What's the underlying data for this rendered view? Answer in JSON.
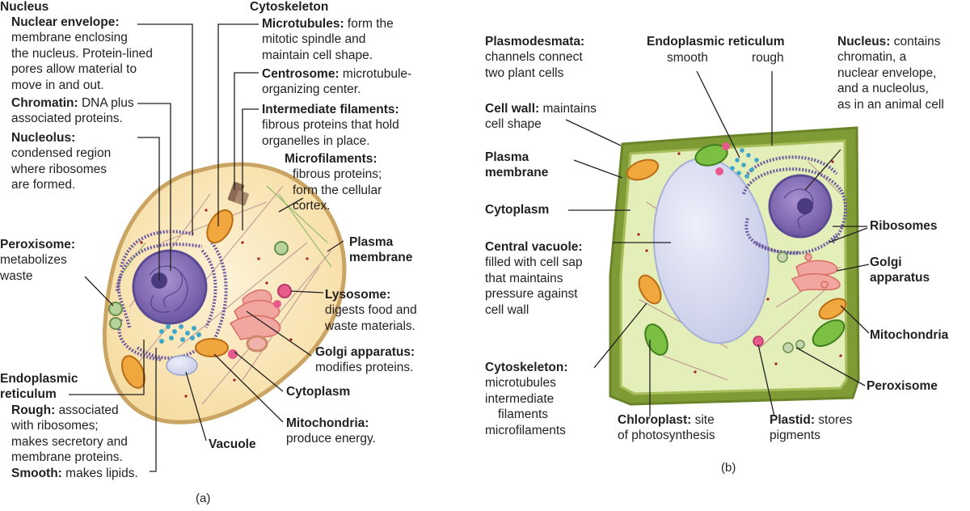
{
  "panel_a": {
    "caption": "(a)",
    "nucleus": {
      "heading": "Nucleus"
    },
    "nuclear_envelope": {
      "title": "Nuclear envelope:",
      "l1": "membrane enclosing",
      "l2": "the nucleus. Protein-lined",
      "l3": "pores allow material to",
      "l4": "move in and out."
    },
    "chromatin": {
      "title": "Chromatin:",
      "rest": " DNA plus",
      "l2": "associated proteins."
    },
    "nucleolus": {
      "title": "Nucleolus:",
      "l1": "condensed region",
      "l2": "where ribosomes",
      "l3": "are formed."
    },
    "peroxisome": {
      "title": "Peroxisome:",
      "l1": "metabolizes",
      "l2": "waste"
    },
    "er": {
      "title1": "Endoplasmic",
      "title2": "reticulum",
      "rough_title": "Rough:",
      "rough_rest": " associated",
      "rough_l2": "with ribosomes;",
      "rough_l3": "makes secretory and",
      "rough_l4": "membrane proteins.",
      "smooth_title": "Smooth:",
      "smooth_rest": " makes lipids."
    },
    "cytoskeleton": {
      "heading": "Cytoskeleton"
    },
    "microtubules": {
      "title": "Microtubules:",
      "rest": " form the",
      "l2": "mitotic spindle and",
      "l3": "maintain cell shape."
    },
    "centrosome": {
      "title": "Centrosome:",
      "rest": " microtubule-",
      "l2": "organizing center."
    },
    "intermediate": {
      "title": "Intermediate filaments:",
      "l1": "fibrous proteins that hold",
      "l2": "organelles in place."
    },
    "microfilaments": {
      "title": "Microfilaments:",
      "l1": "fibrous proteins;",
      "l2": "form the cellular",
      "l3": "cortex."
    },
    "plasma": {
      "l1": "Plasma",
      "l2": "membrane"
    },
    "lysosome": {
      "title": "Lysosome:",
      "l1": "digests food and",
      "l2": "waste materials."
    },
    "golgi": {
      "title": "Golgi apparatus:",
      "l1": "modifies proteins."
    },
    "cytoplasm": {
      "title": "Cytoplasm"
    },
    "mitochondria": {
      "title": "Mitochondria:",
      "l1": "produce energy."
    },
    "vacuole": {
      "title": "Vacuole"
    }
  },
  "panel_b": {
    "caption": "(b)",
    "plasmodesmata": {
      "title": "Plasmodesmata:",
      "l1": "channels connect",
      "l2": "two plant cells"
    },
    "er": {
      "title": "Endoplasmic reticulum",
      "smooth": "smooth",
      "rough": "rough"
    },
    "nucleus": {
      "title": "Nucleus:",
      "rest": " contains",
      "l2": "chromatin, a",
      "l3": "nuclear envelope,",
      "l4": "and a nucleolus,",
      "l5": "as in an animal cell"
    },
    "cell_wall": {
      "title": "Cell wall:",
      "rest": " maintains",
      "l2": "cell shape"
    },
    "plasma": {
      "l1": "Plasma",
      "l2": "membrane"
    },
    "cytoplasm": {
      "title": "Cytoplasm"
    },
    "vacuole": {
      "title": "Central vacuole:",
      "l1": "filled with cell sap",
      "l2": "that maintains",
      "l3": "pressure against",
      "l4": "cell wall"
    },
    "cytoskeleton": {
      "title": "Cytoskeleton:",
      "l1": "microtubules",
      "l2": "intermediate",
      "l3": "filaments",
      "l4": "microfilaments"
    },
    "chloroplast": {
      "title": "Chloroplast:",
      "rest": " site",
      "l2": "of photosynthesis"
    },
    "plastid": {
      "title": "Plastid:",
      "rest": " stores",
      "l2": "pigments"
    },
    "ribosomes": {
      "title": "Ribosomes"
    },
    "golgi": {
      "l1": "Golgi",
      "l2": "apparatus"
    },
    "mitochondria": {
      "title": "Mitochondria"
    },
    "peroxisome": {
      "title": "Peroxisome"
    }
  },
  "colors": {
    "cytoplasm_animal": "#fbe9c0",
    "cell_wall": "#8aa43c",
    "plant_cytoplasm": "#e3eeb9",
    "vacuole": "#d9dcf1",
    "nucleus": "#8f76b8",
    "er": "#6b5aa0",
    "golgi": "#f29c95",
    "mitochondria": "#e89a30",
    "chloroplast": "#7cc043",
    "ribosome": "#a02020"
  }
}
